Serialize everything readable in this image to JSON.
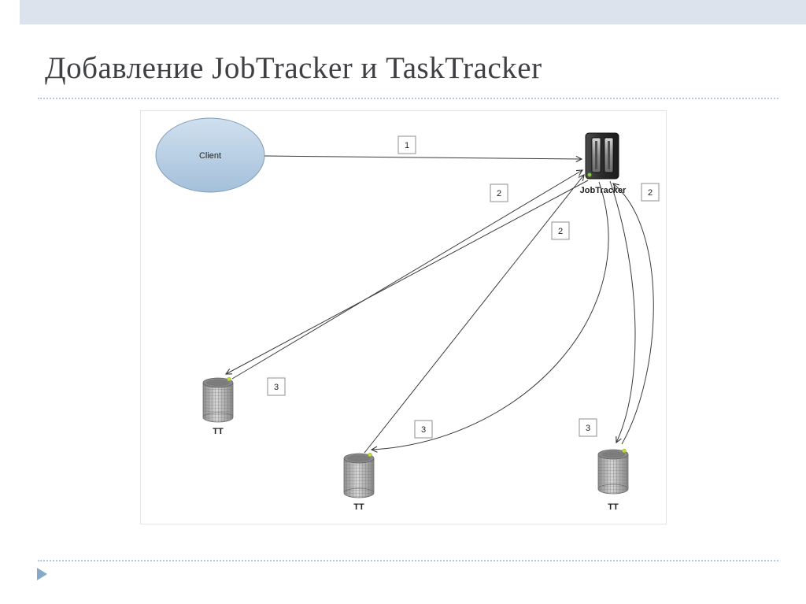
{
  "slide": {
    "title": "Добавление JobTracker и TaskTracker",
    "accent_color": "#85a9c8",
    "band_color": "#dce3ec"
  },
  "diagram": {
    "client": {
      "label": "Client"
    },
    "jobtracker": {
      "label": "JobTracker"
    },
    "tasktrackers": [
      {
        "label": "TT"
      },
      {
        "label": "TT"
      },
      {
        "label": "TT"
      }
    ],
    "edge_labels": [
      "1",
      "2",
      "2",
      "2",
      "3",
      "3",
      "3"
    ],
    "icons": {
      "jobtracker": "server-tower-icon",
      "tasktracker": "mesh-cylinder-icon"
    },
    "node_fill_client": "#b9cfe4",
    "edge_color": "#3a3a3a"
  }
}
